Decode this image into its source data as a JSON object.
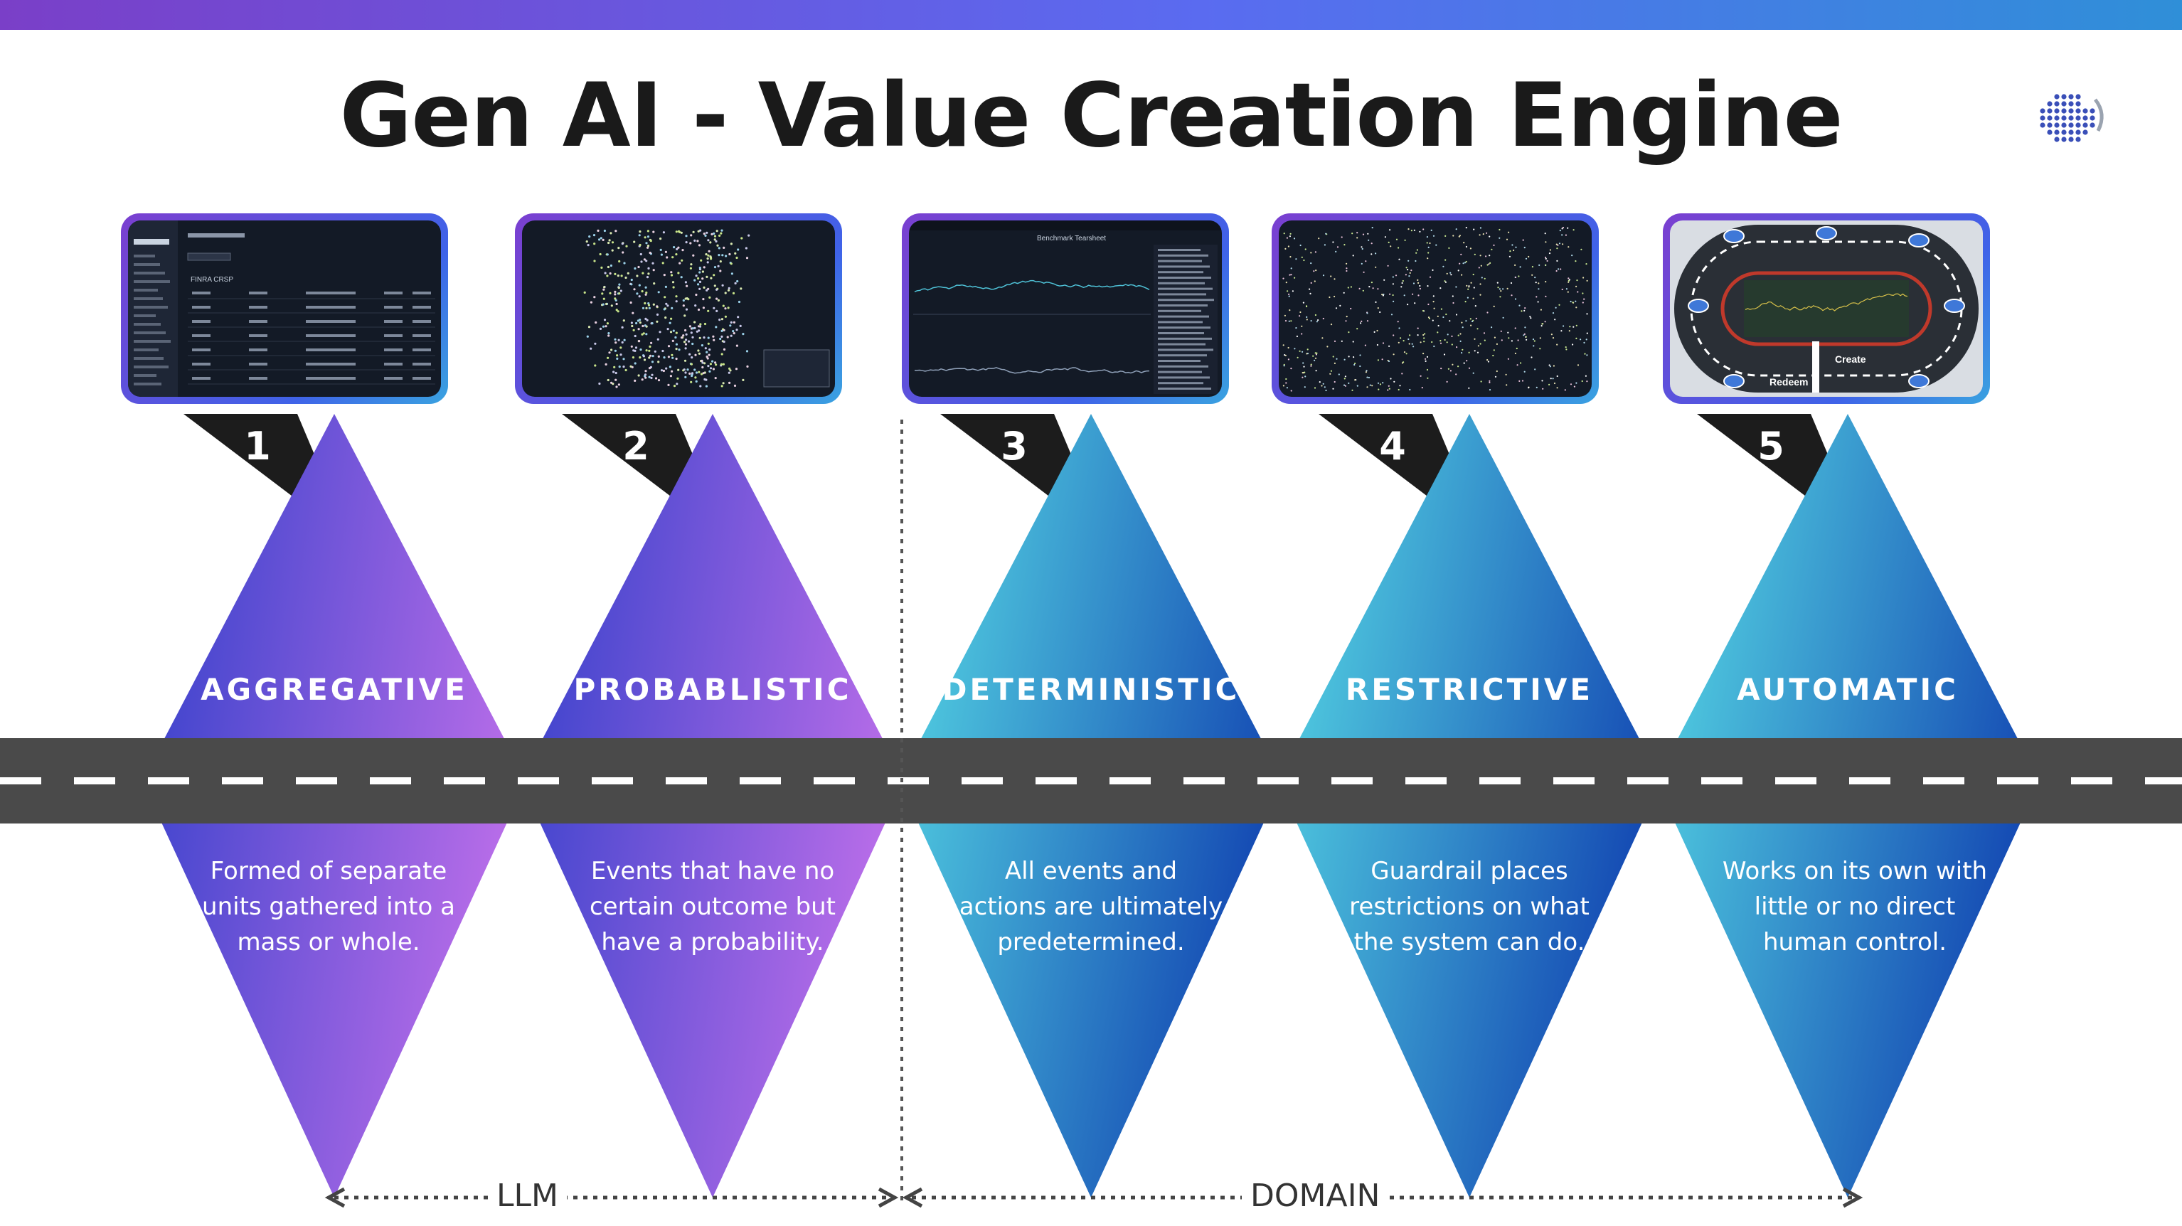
{
  "title": "Gen AI - Value Creation Engine",
  "logo_icon": "dotted-globe-logo",
  "stages": [
    {
      "number": "1",
      "label": "AGGREGATIVE",
      "description": [
        "Formed of separate",
        "units gathered into a",
        "mass or whole."
      ],
      "thumbnail": "data-table-screenshot"
    },
    {
      "number": "2",
      "label": "PROBABLISTIC",
      "description": [
        "Events that have no",
        "certain outcome but",
        "have a probability."
      ],
      "thumbnail": "scatter-cloud-screenshot"
    },
    {
      "number": "3",
      "label": "DETERMINISTIC",
      "description": [
        "All events and",
        "actions are ultimately",
        "predetermined."
      ],
      "thumbnail": "benchmark-tearsheet-screenshot"
    },
    {
      "number": "4",
      "label": "RESTRICTIVE",
      "description": [
        "Guardrail places",
        "restrictions on what",
        "the system can do."
      ],
      "thumbnail": "point-map-screenshot"
    },
    {
      "number": "5",
      "label": "AUTOMATIC",
      "description": [
        "Works on its own with",
        "little or no direct",
        "human control."
      ],
      "thumbnail": "race-track-screenshot"
    }
  ],
  "thumbnail_text": {
    "t1_heading": "FINRA CRSP",
    "t3_heading": "Benchmark Tearsheet",
    "t5_create": "Create",
    "t5_redeem": "Redeem"
  },
  "groups": {
    "left": "LLM",
    "right": "DOMAIN"
  },
  "colors": {
    "purple_dark": "#3a3fcf",
    "purple_light": "#b06ae6",
    "blue_light": "#4fd1e0",
    "blue_dark": "#1347b5",
    "road": "#4a4a4a",
    "black_tab": "#1c1c1c"
  }
}
